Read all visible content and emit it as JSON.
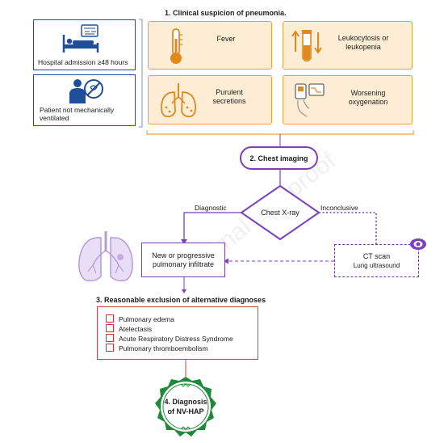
{
  "step1": {
    "title": "1. Clinical suspicion of pneumonia."
  },
  "left_boxes": [
    {
      "label": "Hospital admission ≥48 hours",
      "icon": "hospital-bed-icon"
    },
    {
      "label": "Patient not mechanically ventilated",
      "icon": "no-ventilator-icon"
    }
  ],
  "symptoms": [
    {
      "label": "Fever",
      "icon": "thermometer-icon"
    },
    {
      "label": "Leukocytosis or leukopenia",
      "icon": "blood-tube-icon"
    },
    {
      "label": "Purulent secretions",
      "icon": "lungs-icon"
    },
    {
      "label": "Worsening oxygenation",
      "icon": "pulse-oximeter-icon"
    }
  ],
  "step2": {
    "label": "2. Chest imaging"
  },
  "decision": {
    "label": "Chest X-ray"
  },
  "edges": {
    "diagnostic": "Diagnostic",
    "inconclusive": "Inconclusive"
  },
  "infiltrate": {
    "line1": "New or progressive",
    "line2": "pulmonary infiltrate"
  },
  "ct": {
    "line1": "CT scan",
    "line2": "Lung ultrasound"
  },
  "step3": {
    "title": "3. Reasonable exclusion of alternative diagnoses",
    "items": [
      "Pulmonary edema",
      "Atelectasis",
      "Acute Respiratory Distress Syndrome",
      "Pulmonary thromboembolism"
    ]
  },
  "step4": {
    "line1": "4. Diagnosis",
    "line2": "of NV-HAP"
  },
  "watermark": "Journal Pre-proof",
  "colors": {
    "blue": "#1f4e9a",
    "orange": "#e6a43a",
    "orange_fill": "#fcedd4",
    "purple": "#7b3fbf",
    "red": "#d04040",
    "green": "#1f8a3c"
  }
}
